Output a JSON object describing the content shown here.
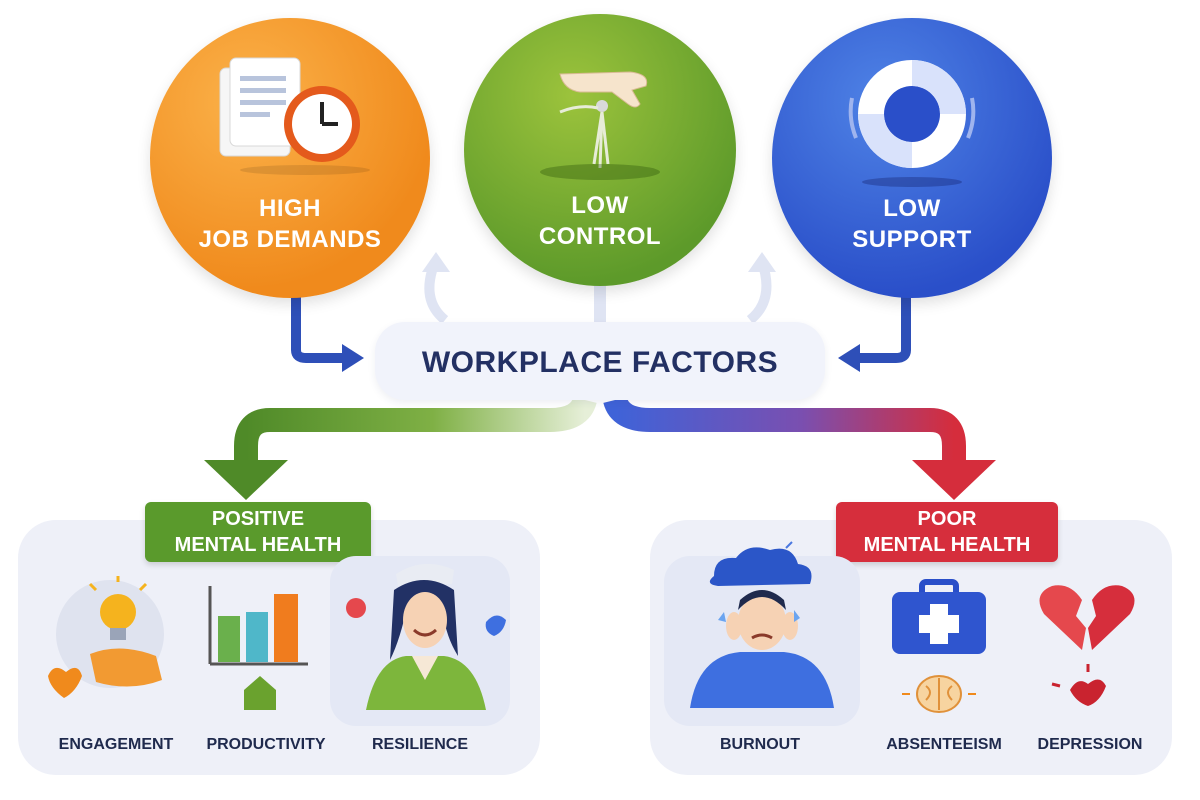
{
  "diagram": {
    "factors": [
      {
        "line1": "HIGH",
        "line2": "JOB DEMANDS",
        "color": "#f08a1c",
        "icon": "document-clock-icon"
      },
      {
        "line1": "LOW",
        "line2": "CONTROL",
        "color": "#6aa22e",
        "icon": "hand-puppet-strings-icon"
      },
      {
        "line1": "LOW",
        "line2": "SUPPORT",
        "color": "#2f55cf",
        "icon": "lifebuoy-icon"
      }
    ],
    "center": {
      "title": "WORKPLACE FACTORS",
      "color": "#233063"
    },
    "positive": {
      "line1": "POSITIVE",
      "line2": "MENTAL HEALTH",
      "color": "#5a9a2c",
      "items": [
        {
          "label": "ENGAGEMENT",
          "icon": "lightbulb-handshake-icon"
        },
        {
          "label": "PRODUCTIVITY",
          "icon": "bar-chart-house-icon"
        },
        {
          "label": "RESILIENCE",
          "icon": "smiling-woman-icon"
        }
      ]
    },
    "negative": {
      "line1": "POOR",
      "line2": "MENTAL HEALTH",
      "color": "#d62e3c",
      "items": [
        {
          "label": "BURNOUT",
          "icon": "stressed-man-cloud-icon"
        },
        {
          "label": "ABSENTEEISM",
          "icon": "medical-kit-brain-icon"
        },
        {
          "label": "DEPRESSION",
          "icon": "broken-heart-icon"
        }
      ]
    }
  }
}
